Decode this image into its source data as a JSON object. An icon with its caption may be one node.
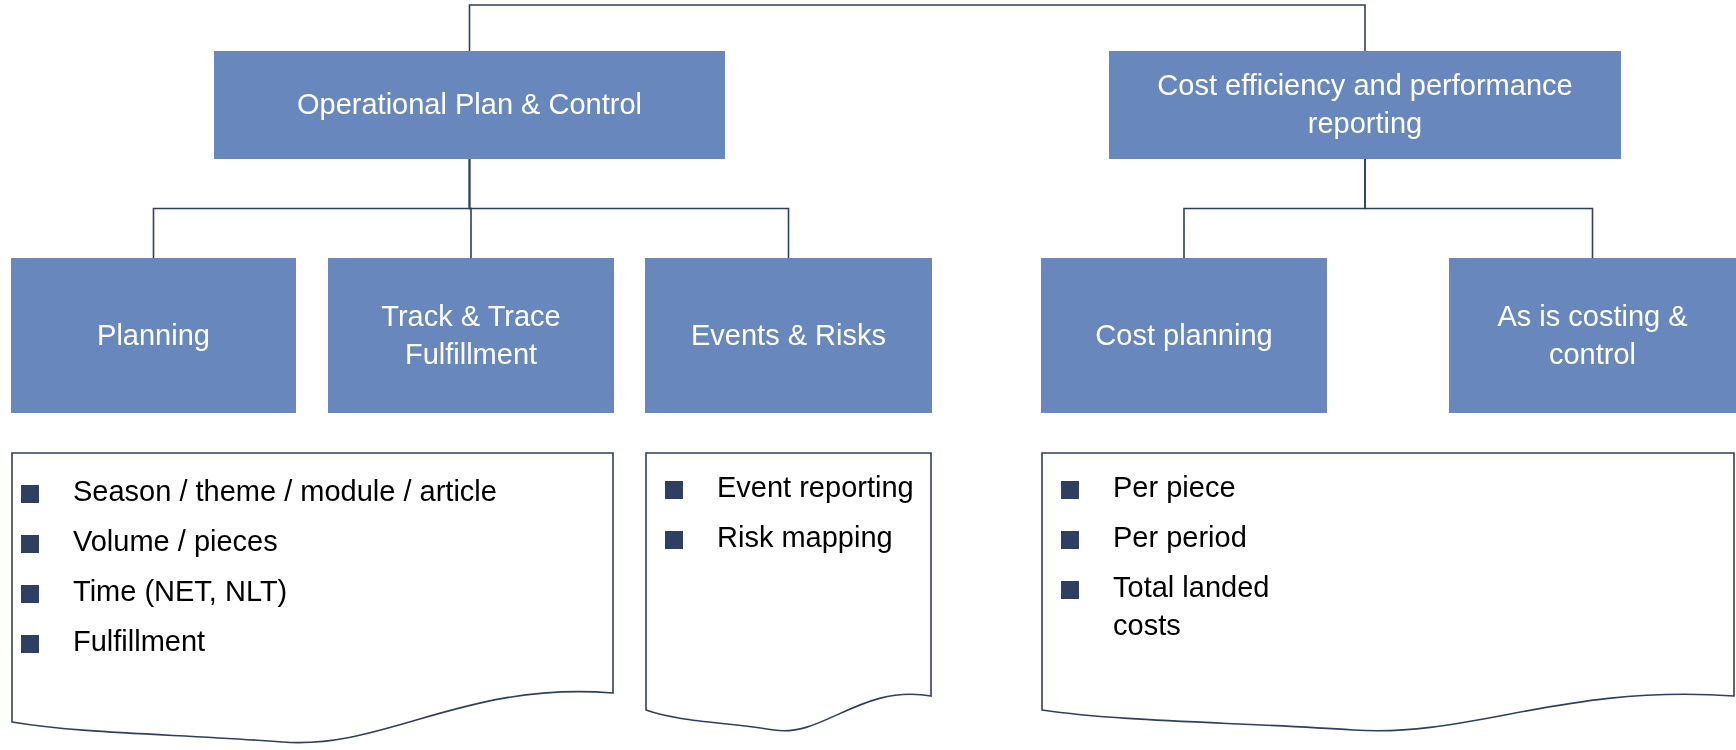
{
  "diagram": {
    "nodes": [
      {
        "text": [
          "Operational Plan & Control"
        ]
      },
      {
        "text": [
          "Cost efficiency and performance reporting"
        ]
      },
      {
        "text": [
          "Planning"
        ]
      },
      {
        "text": [
          "Track & Trace Fulfillment"
        ]
      },
      {
        "text": [
          "Events & Risks"
        ]
      },
      {
        "text": [
          "Cost planning"
        ]
      },
      {
        "text": [
          "As is costing & control"
        ]
      },
      {
        "text": [
          "Season / theme / module / article",
          "Volume / pieces",
          "Time (NET, NLT)",
          "Fulfillment"
        ]
      },
      {
        "text": [
          "Event reporting",
          "Risk mapping"
        ]
      },
      {
        "text": [
          "Per piece",
          "Per period",
          "Total landed costs"
        ]
      }
    ],
    "edges": [
      {
        "from": 0,
        "to": 1,
        "arrow": "none"
      },
      {
        "from": 0,
        "to": 2,
        "arrow": "none"
      },
      {
        "from": 0,
        "to": 3,
        "arrow": "none"
      },
      {
        "from": 0,
        "to": 4,
        "arrow": "none"
      },
      {
        "from": 1,
        "to": 5,
        "arrow": "none"
      },
      {
        "from": 1,
        "to": 6,
        "arrow": "none"
      }
    ]
  }
}
